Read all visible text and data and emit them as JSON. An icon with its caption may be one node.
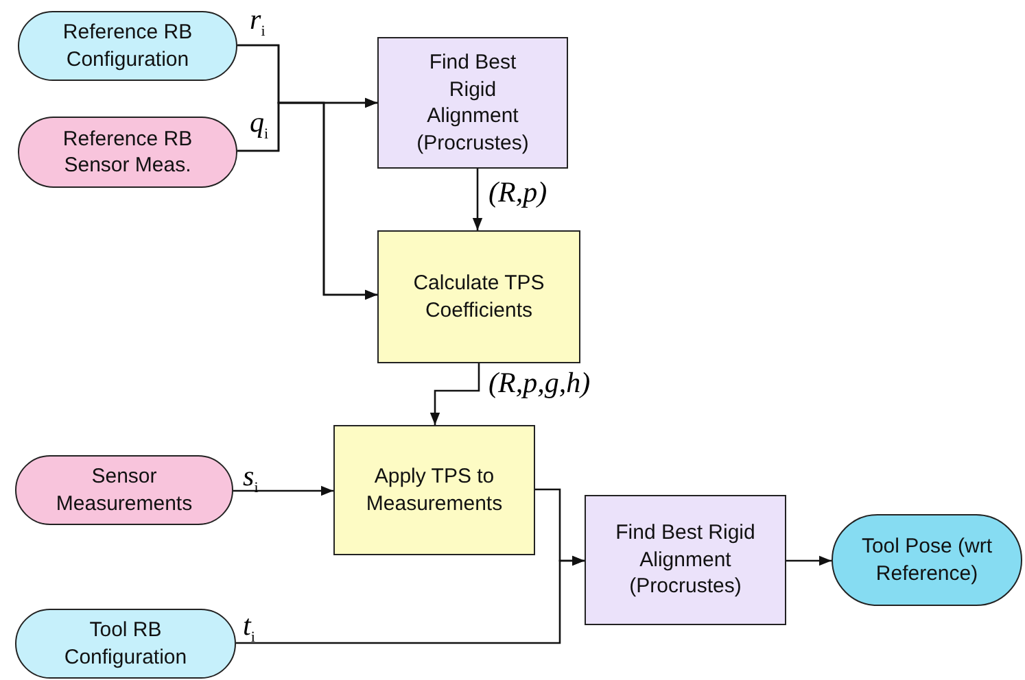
{
  "diagram": {
    "nodes": [
      {
        "text": [
          "Reference RB Configuration"
        ]
      },
      {
        "text": [
          "Reference RB Sensor Meas."
        ]
      },
      {
        "text": [
          "Find Best Rigid Alignment (Procrustes)"
        ]
      },
      {
        "text": [
          "Calculate TPS Coefficients"
        ]
      },
      {
        "text": [
          "Sensor Measurements"
        ]
      },
      {
        "text": [
          "Apply TPS to Measurements"
        ]
      },
      {
        "text": [
          "Tool RB Configuration"
        ]
      },
      {
        "text": [
          "Find Best Rigid Alignment (Procrustes)"
        ]
      },
      {
        "text": [
          "Tool Pose (wrt Reference)"
        ]
      }
    ],
    "edges": [
      {
        "from": 0,
        "to": 2,
        "arrow": "to",
        "label": "r$_{i}$"
      },
      {
        "from": 1,
        "to": 2,
        "arrow": "to",
        "label": "q$_{i}$"
      },
      {
        "from": 0,
        "to": 3,
        "arrow": "to"
      },
      {
        "from": 1,
        "to": 3,
        "arrow": "to"
      },
      {
        "from": 2,
        "to": 3,
        "arrow": "to",
        "label": "(R,p)"
      },
      {
        "from": 3,
        "to": 5,
        "arrow": "to",
        "label": "(R,p,g,h)"
      },
      {
        "from": 4,
        "to": 5,
        "arrow": "to",
        "label": "s$_{i}$"
      },
      {
        "from": 5,
        "to": 7,
        "arrow": "to"
      },
      {
        "from": 6,
        "to": 7,
        "arrow": "to",
        "label": "t$_{i}$"
      },
      {
        "from": 7,
        "to": 8,
        "arrow": "to"
      }
    ]
  }
}
